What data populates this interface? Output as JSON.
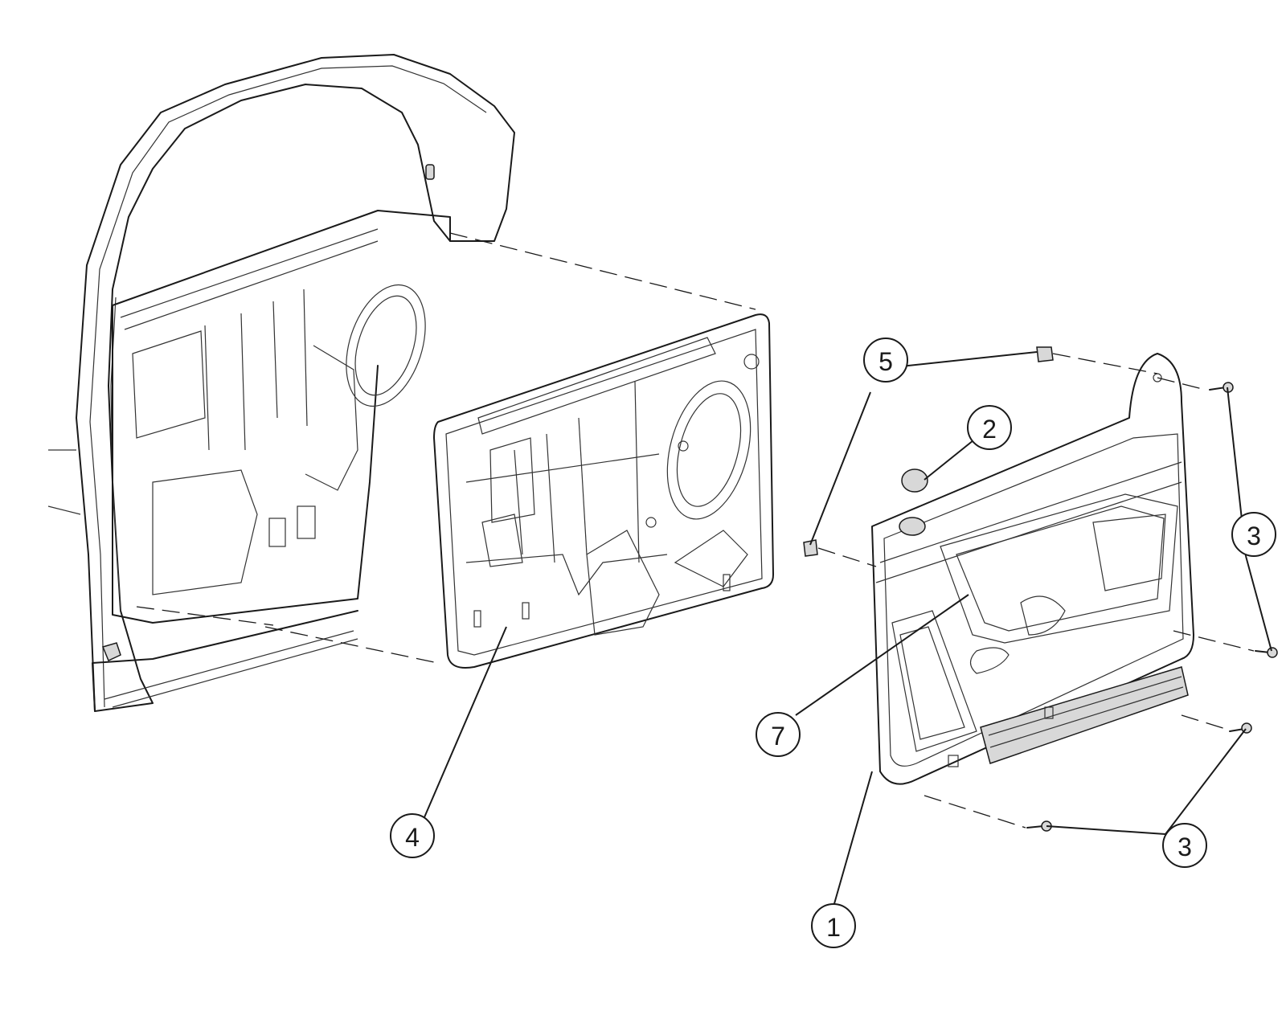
{
  "callouts": [
    {
      "id": "1",
      "label": "1"
    },
    {
      "id": "2",
      "label": "2"
    },
    {
      "id": "3a",
      "label": "3"
    },
    {
      "id": "3b",
      "label": "3"
    },
    {
      "id": "4",
      "label": "4"
    },
    {
      "id": "5",
      "label": "5"
    },
    {
      "id": "7",
      "label": "7"
    }
  ]
}
